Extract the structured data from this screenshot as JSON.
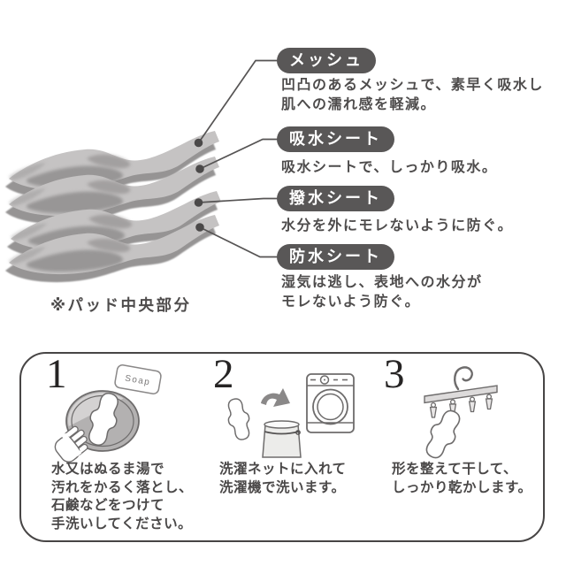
{
  "layer_diagram": {
    "caption": "※パッド中央部分",
    "layers": [
      {
        "label": "メッシュ",
        "desc_lines": [
          "凹凸のあるメッシュで、素早く吸水し",
          "肌への濡れ感を軽減。"
        ]
      },
      {
        "label": "吸水シート",
        "desc_lines": [
          "吸水シートで、しっかり吸水。"
        ]
      },
      {
        "label": "撥水シート",
        "desc_lines": [
          "水分を外にモレないように防ぐ。"
        ]
      },
      {
        "label": "防水シート",
        "desc_lines": [
          "湿気は逃し、表地への水分が",
          "モレないよう防ぐ。"
        ]
      }
    ]
  },
  "washing_instructions": {
    "steps": [
      {
        "number": "1",
        "soap_tag_label": "Soap",
        "text_lines": [
          "水又はぬるま湯で",
          "汚れをかるく落とし、",
          "石鹸などをつけて",
          "手洗いしてください。"
        ]
      },
      {
        "number": "2",
        "text_lines": [
          "洗濯ネットに入れて",
          "洗濯機で洗います。"
        ]
      },
      {
        "number": "3",
        "text_lines": [
          "形を整えて干して、",
          "しっかり乾かします。"
        ]
      }
    ]
  },
  "colors": {
    "badge_bg": "#595757",
    "badge_text": "#ffffff",
    "body_text": "#4e4c4c",
    "leader_line": "#565454",
    "sheet_light": "#c5c3c3",
    "sheet_shadow": "#8d8b8b",
    "box_border": "#474545",
    "illustration_stroke": "#6e6c6c"
  }
}
